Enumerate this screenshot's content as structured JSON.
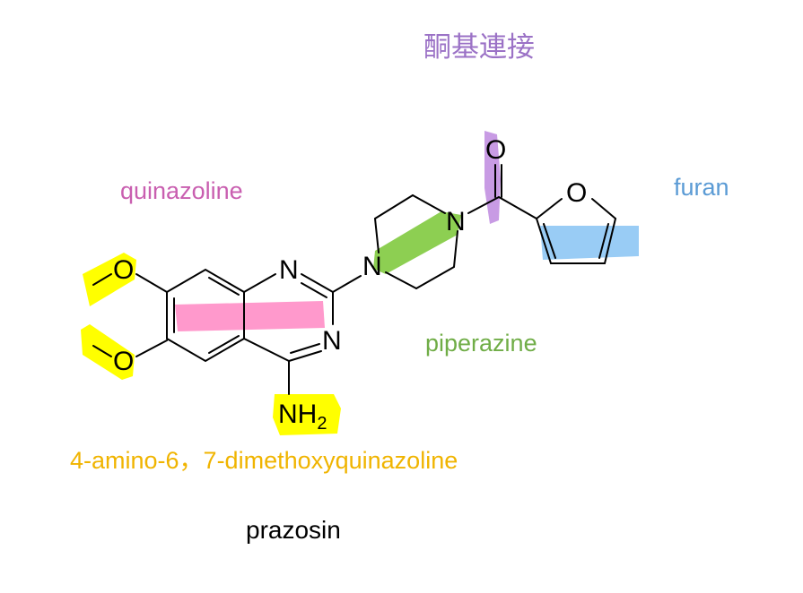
{
  "labels": {
    "ketone_link": "酮基連接",
    "quinazoline": "quinazoline",
    "furan": "furan",
    "piperazine": "piperazine",
    "amino_dimethoxyquinazoline": "4-amino-6，7-dimethoxyquinazoline",
    "prazosin": "prazosin"
  },
  "atoms": {
    "oxygen_top": "O",
    "oxygen_methoxy_upper": "O",
    "oxygen_methoxy_lower": "O",
    "nitrogen_quin_upper": "N",
    "nitrogen_quin_lower": "N",
    "nitrogen_pip_left": "N",
    "nitrogen_pip_right": "N",
    "oxygen_furan": "O",
    "amine_main": "NH",
    "amine_sub": "2"
  },
  "colors": {
    "ketone": "#9B72C6",
    "quinazoline": "#C95FB0",
    "furan": "#5B9BD5",
    "piperazine": "#70AD47",
    "amino": "#F0B400",
    "highlight_yellow": "#FFFF00",
    "highlight_pink": "#FF99CC",
    "highlight_green": "#8DCF52",
    "highlight_blue": "#99CCF5",
    "highlight_purple": "#C89BE4"
  }
}
